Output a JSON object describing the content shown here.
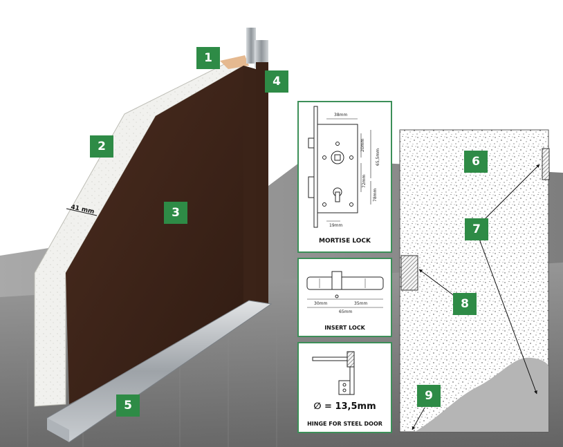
{
  "badges": {
    "b1": "1",
    "b2": "2",
    "b3": "3",
    "b4": "4",
    "b5": "5",
    "b6": "6",
    "b7": "7",
    "b8": "8",
    "b9": "9"
  },
  "door": {
    "thickness_label": "41 mm"
  },
  "mortise_lock": {
    "caption": "MORTISE LOCK",
    "dims": {
      "d38": "38mm",
      "d20": "20mm",
      "d655": "65,5mm",
      "d72": "72mm",
      "d78": "78mm",
      "d19": "19mm"
    }
  },
  "insert_lock": {
    "caption": "INSERT LOCK",
    "dims": {
      "d30": "30mm",
      "d35": "35mm",
      "d65": "65mm"
    }
  },
  "hinge": {
    "caption": "HINGE FOR STEEL DOOR",
    "diameter": "∅ = 13,5mm"
  },
  "colors": {
    "badge": "#2e8b46",
    "panel_border": "#3c8f58",
    "door_surface": "#3d2418"
  }
}
